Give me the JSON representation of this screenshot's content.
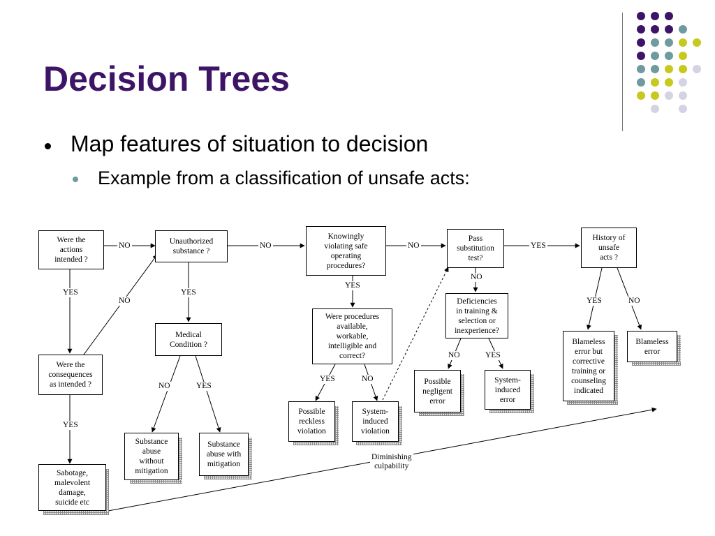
{
  "slide": {
    "title": "Decision Trees",
    "bullet1": "Map features of situation to decision",
    "bullet2": "Example from a classification of unsafe acts:"
  },
  "colors": {
    "title": "#3d1466",
    "purple": "#3d1466",
    "teal": "#6f9aa0",
    "yellow": "#c8c91e",
    "lavender": "#d3d3e4"
  },
  "diagram": {
    "nodes": {
      "actions_intended": "Were the\nactions\nintended ?",
      "unauthorized_substance": "Unauthorized\nsubstance ?",
      "knowingly_violating": "Knowingly\nviolating safe\noperating\nprocedures?",
      "pass_substitution": "Pass\nsubstitution\ntest?",
      "history_unsafe": "History of\nunsafe\nacts ?",
      "consequences_intended": "Were the\nconsequences\nas intended ?",
      "medical_condition": "Medical\nCondition ?",
      "procedures_available": "Were procedures\navailable,\nworkable,\nintelligible and\ncorrect?",
      "deficiencies_training": "Deficiencies\nin training &\nselection or\ninexperience?",
      "sabotage": "Sabotage,\nmalevolent\ndamage,\nsuicide etc",
      "substance_without": "Substance\nabuse\nwithout\nmitigation",
      "substance_with": "Substance\nabuse with\nmitigation",
      "possible_reckless": "Possible\nreckless\nviolation",
      "system_induced_violation": "System-\ninduced\nviolation",
      "possible_negligent": "Possible\nnegligent\nerror",
      "system_induced_error": "System-\ninduced\nerror",
      "blameless_corrective": "Blameless\nerror but\ncorrective\ntraining or\ncounseling\nindicated",
      "blameless_error": "Blameless\nerror"
    },
    "labels": {
      "no1": "NO",
      "no2": "NO",
      "no3": "NO",
      "yes4": "YES",
      "yes_actions": "YES",
      "no_consequences": "NO",
      "yes_consequences": "YES",
      "yes_unauthorized": "YES",
      "no_medical": "NO",
      "yes_medical": "YES",
      "yes_knowingly": "YES",
      "yes_procedures": "YES",
      "no_procedures": "NO",
      "no_pass": "NO",
      "no_deficiencies": "NO",
      "yes_deficiencies": "YES",
      "yes_history": "YES",
      "no_history": "NO",
      "diminishing": "Diminishing\nculpability"
    }
  }
}
